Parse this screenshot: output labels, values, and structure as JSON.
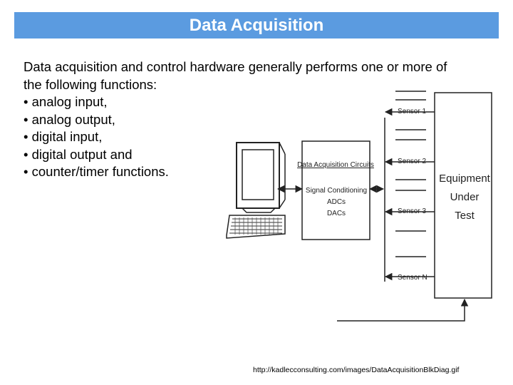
{
  "slide": {
    "title": "Data Acquisition",
    "intro": "Data acquisition and control hardware generally performs one or more of",
    "intro2": "the following functions:",
    "bullets": [
      "• analog input,",
      "• analog output,",
      "• digital input,",
      "• digital output and",
      "• counter/timer functions."
    ],
    "source_url": "http://kadlecconsulting.com/images/DataAcquisitionBlkDiag.gif"
  },
  "diagram": {
    "box_title": "Data Acquisition Circuits",
    "box_lines": [
      "Signal Conditioning",
      "ADCs",
      "DACs"
    ],
    "sensors": [
      "Sensor 1",
      "Sensor 2",
      "Sensor 3",
      "Sensor N"
    ],
    "equipment": [
      "Equipment",
      "Under",
      "Test"
    ]
  }
}
